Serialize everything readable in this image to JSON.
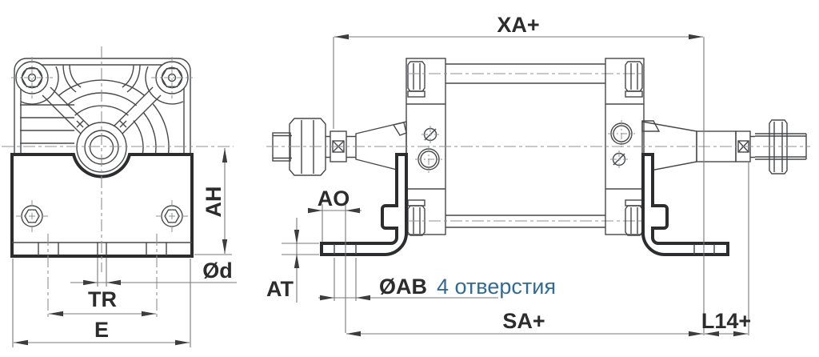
{
  "drawing": {
    "kind": "technical dimensional drawing",
    "subject": "pneumatic cylinder with foot mounting brackets, front view and side view",
    "background": "#ffffff",
    "colors": {
      "outline": "#46484a",
      "bold_outline": "#2b2d2f",
      "centerline": "#8f9193",
      "dimension_line": "#77797b",
      "label_text": "#2c2c2c",
      "accent_text": "#2f6b96"
    }
  },
  "views": {
    "front": {
      "description": "end cap with foot plate, front view",
      "dims": {
        "ah": "AH",
        "od": "Ød",
        "tr": "TR",
        "e": "E"
      }
    },
    "side": {
      "description": "cylinder with double rod ends and two foot brackets, side view",
      "dims": {
        "xa": "XA+",
        "ao": "AO",
        "at": "AT",
        "ab": "ØAB",
        "ab_note": "4 отверстия",
        "sa": "SA+",
        "l14": "L14+"
      }
    }
  }
}
